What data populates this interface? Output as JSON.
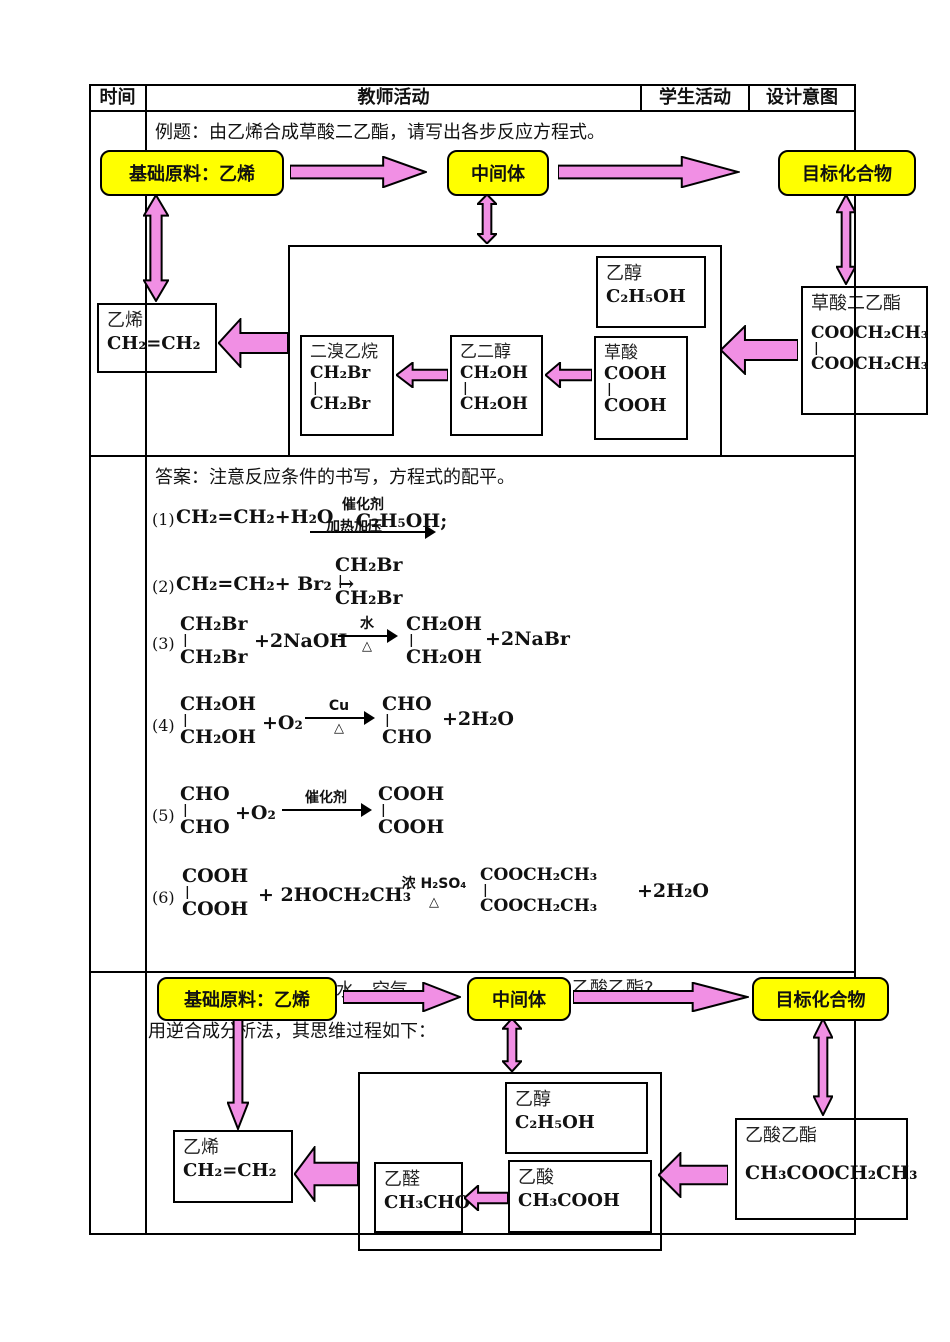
{
  "colors": {
    "box_yellow": "#FFFF00",
    "arrow_pink": "#F18FE4",
    "border_black": "#000000"
  },
  "misc": {
    "bond": "|"
  },
  "table": {
    "headers": [
      "时间",
      "教师活动",
      "学生活动",
      "设计意图"
    ]
  },
  "section1": {
    "example_text": "例题：由乙烯合成草酸二乙酯，请写出各步反应方程式。",
    "answer_text": "答案：注意反应条件的书写，方程式的配平。",
    "flow": {
      "start": "基础原料：乙烯",
      "middle": "中间体",
      "end": "目标化合物"
    },
    "boxes": {
      "ethylene": {
        "label": "乙烯",
        "formula": "CH₂=CH₂"
      },
      "dibromoethane": {
        "label": "二溴乙烷",
        "top": "CH₂Br",
        "bottom": "CH₂Br"
      },
      "glycol": {
        "label": "乙二醇",
        "top": "CH₂OH",
        "bottom": "CH₂OH"
      },
      "oxalic_acid": {
        "label": "草酸",
        "top": "COOH",
        "bottom": "COOH"
      },
      "ethanol": {
        "label": "乙醇",
        "formula": "C₂H₅OH"
      },
      "diethyl_oxalate": {
        "label": "草酸二乙酯",
        "top": "COOCH₂CH₃",
        "bottom": "COOCH₂CH₃"
      }
    },
    "equations": [
      {
        "no": "(1)",
        "lhs": "CH₂=CH₂+H₂O",
        "cond_top": "催化剂",
        "cond_mid": "加热加压",
        "rhs": "C₂H₅OH;"
      },
      {
        "no": "(2)",
        "lhs": "CH₂=CH₂+ Br₂ →",
        "p_top": "CH₂Br",
        "p_bot": "CH₂Br"
      },
      {
        "no": "(3)",
        "r_top": "CH₂Br",
        "r_bot": "CH₂Br",
        "add": "+2NaOH",
        "cond_top": "水",
        "cond_bot": "△",
        "p_top": "CH₂OH",
        "p_bot": "CH₂OH",
        "tail": "+2NaBr"
      },
      {
        "no": "(4)",
        "r_top": "CH₂OH",
        "r_bot": "CH₂OH",
        "add": "+O₂",
        "cond_top": "Cu",
        "cond_bot": "△",
        "p_top": "CHO",
        "p_bot": "CHO",
        "tail": "+2H₂O"
      },
      {
        "no": "(5)",
        "r_top": "CHO",
        "r_bot": "CHO",
        "add": "+O₂",
        "cond_top": "催化剂",
        "p_top": "COOH",
        "p_bot": "COOH"
      },
      {
        "no": "(6)",
        "r_top": "COOH",
        "r_bot": "COOH",
        "add": "+ 2HOCH₂CH₃",
        "cond_top": "浓 H₂SO₄",
        "cond_bot": "△",
        "p_top": "COOCH₂CH₃",
        "p_bot": "COOCH₂CH₃",
        "tail": "+2H₂O"
      }
    ]
  },
  "section2": {
    "fragment1": "水、空气",
    "fragment2": "乙酸乙酯?",
    "line2": "用逆合成分析法，其思维过程如下：",
    "flow": {
      "start": "基础原料：乙烯",
      "middle": "中间体",
      "end": "目标化合物"
    },
    "boxes": {
      "ethylene": {
        "label": "乙烯",
        "formula": "CH₂=CH₂"
      },
      "ethanol": {
        "label": "乙醇",
        "formula": "C₂H₅OH"
      },
      "acetaldehyde": {
        "label": "乙醛",
        "formula": "CH₃CHO"
      },
      "acetic_acid": {
        "label": "乙酸",
        "formula": "CH₃COOH"
      },
      "ethyl_acetate": {
        "label": "乙酸乙酯",
        "formula": "CH₃COOCH₂CH₃"
      }
    }
  }
}
